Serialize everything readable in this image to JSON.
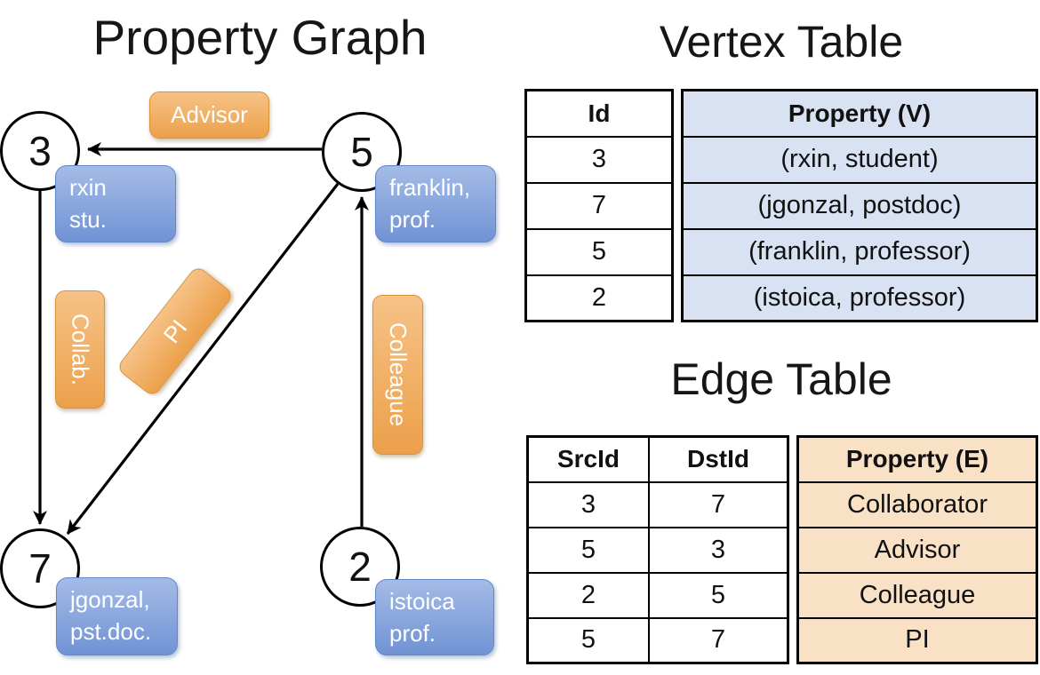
{
  "graph": {
    "title": "Property Graph",
    "nodes": [
      {
        "id": "3",
        "line1": "rxin",
        "line2": "stu."
      },
      {
        "id": "5",
        "line1": "franklin,",
        "line2": "prof."
      },
      {
        "id": "7",
        "line1": "jgonzal,",
        "line2": "pst.doc."
      },
      {
        "id": "2",
        "line1": "istoica",
        "line2": "prof."
      }
    ],
    "edge_labels": {
      "advisor": "Advisor",
      "collab": "Collab.",
      "pi": "PI",
      "colleague": "Colleague"
    }
  },
  "vertex_table": {
    "title": "Vertex Table",
    "columns": {
      "id": "Id",
      "property": "Property (V)"
    },
    "rows": [
      {
        "id": "3",
        "property": "(rxin, student)"
      },
      {
        "id": "7",
        "property": "(jgonzal, postdoc)"
      },
      {
        "id": "5",
        "property": "(franklin, professor)"
      },
      {
        "id": "2",
        "property": "(istoica, professor)"
      }
    ]
  },
  "edge_table": {
    "title": "Edge Table",
    "columns": {
      "src": "SrcId",
      "dst": "DstId",
      "property": "Property (E)"
    },
    "rows": [
      {
        "src": "3",
        "dst": "7",
        "property": "Collaborator"
      },
      {
        "src": "5",
        "dst": "3",
        "property": "Advisor"
      },
      {
        "src": "2",
        "dst": "5",
        "property": "Colleague"
      },
      {
        "src": "5",
        "dst": "7",
        "property": "PI"
      }
    ]
  },
  "colors": {
    "orange_top": "#f6c287",
    "orange_bottom": "#eca04a",
    "orange_border": "#d9913a",
    "blue_top": "#a5bbe7",
    "blue_bottom": "#7093d4",
    "blue_border": "#6186c9",
    "vertex_cell": "#d9e2f3",
    "edge_cell": "#f8e1c5",
    "line": "#000000"
  }
}
